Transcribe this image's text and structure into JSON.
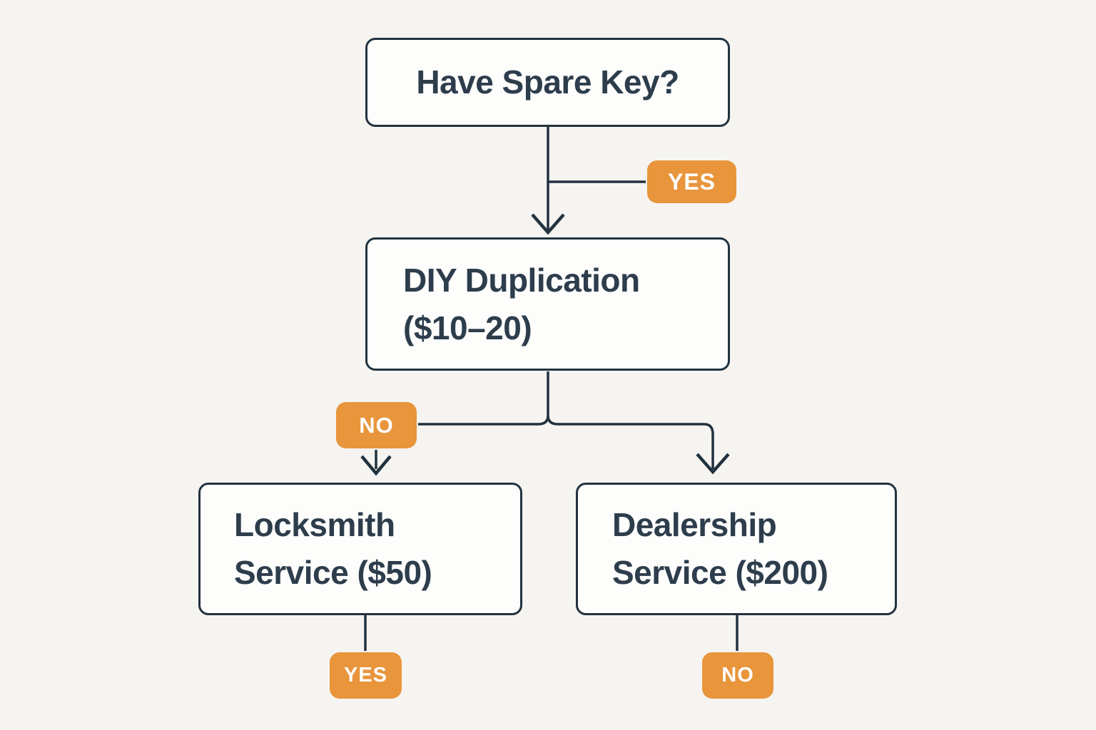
{
  "diagram": {
    "type": "flowchart",
    "nodes": {
      "decision": {
        "label": "Have Spare Key?"
      },
      "diy": {
        "line1": "DIY Duplication",
        "line2": "($10–20)"
      },
      "locksmith": {
        "line1": "Locksmith",
        "line2": "Service ($50)"
      },
      "dealership": {
        "line1": "Dealership",
        "line2": "Service ($200)"
      }
    },
    "edge_labels": {
      "yes_top": "YES",
      "no_left": "NO",
      "yes_bottom": "YES",
      "no_bottom": "NO"
    },
    "edges": [
      {
        "from": "decision",
        "to": "diy",
        "label": "YES"
      },
      {
        "from": "diy",
        "to": "locksmith",
        "label": "NO"
      },
      {
        "from": "diy",
        "to": "dealership",
        "label": ""
      },
      {
        "from": "locksmith",
        "to": "yes_badge",
        "label": "YES"
      },
      {
        "from": "dealership",
        "to": "no_badge",
        "label": "NO"
      }
    ],
    "colors": {
      "accent_orange": "#E8953C",
      "line_dark": "#22323F",
      "text_dark": "#2E3D4C",
      "background": "#F6F4F1",
      "node_fill": "#FDFDFC"
    }
  }
}
